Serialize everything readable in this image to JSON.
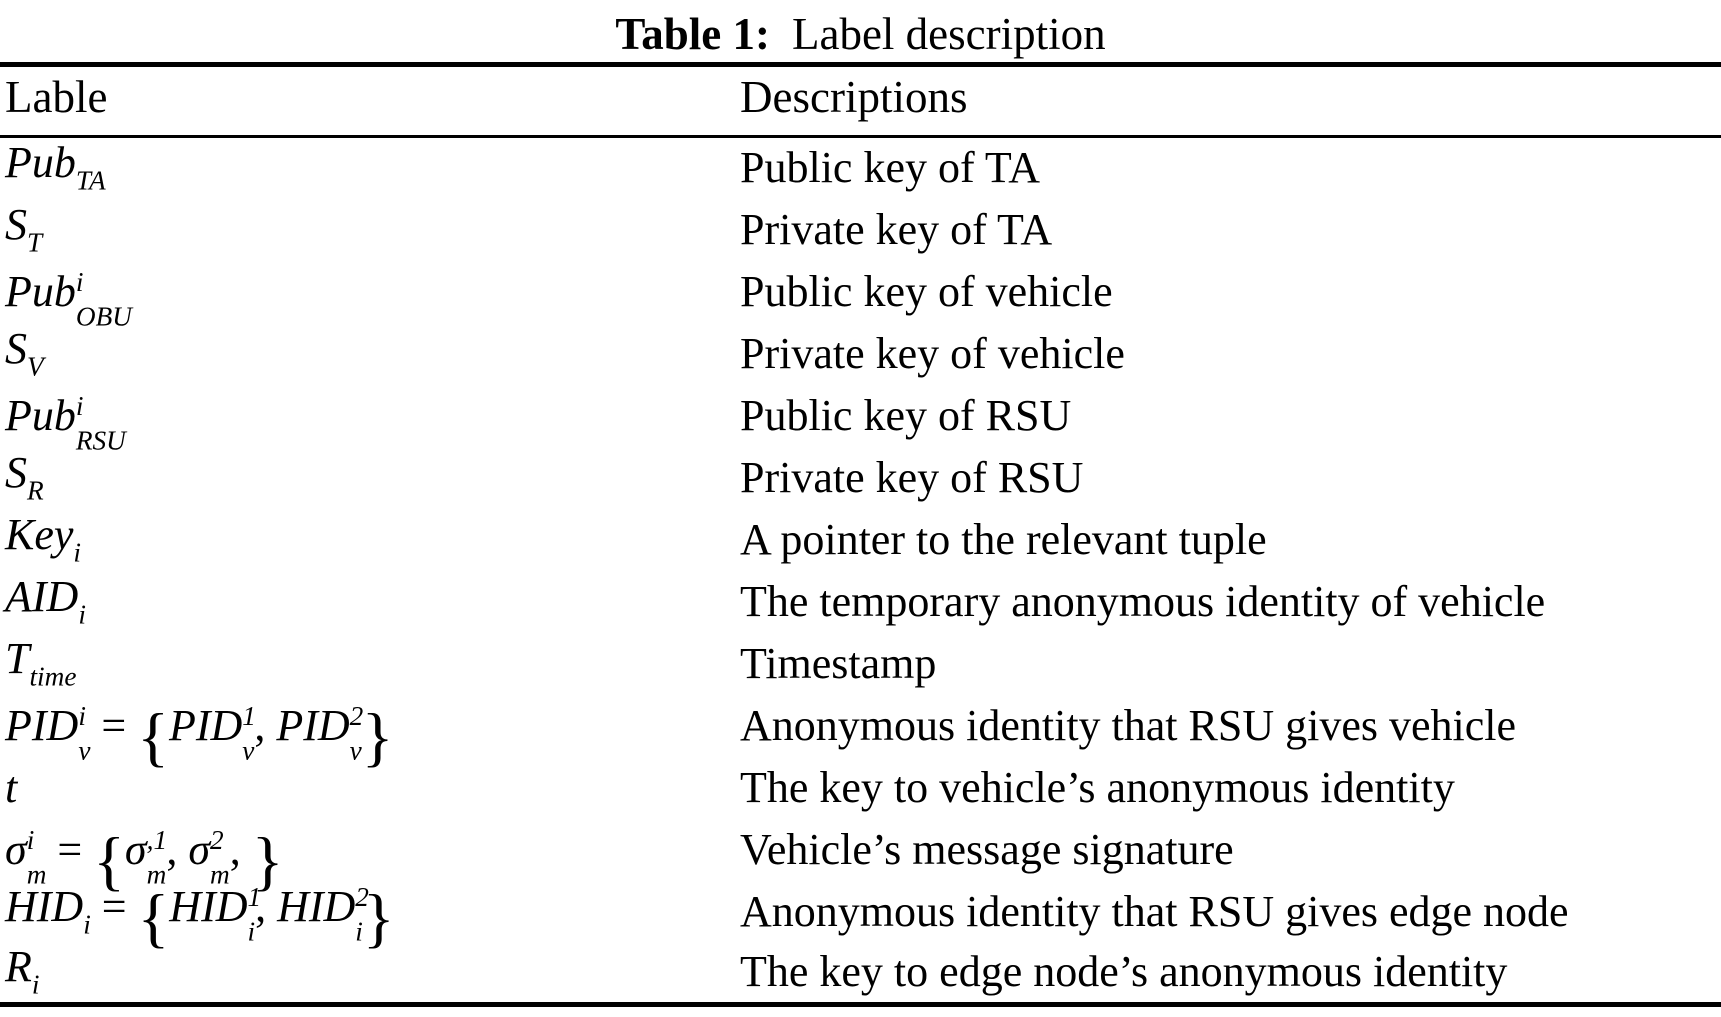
{
  "title": {
    "tag": "Table 1:",
    "text": "Label description"
  },
  "table": {
    "headers": [
      "Lable",
      "Descriptions"
    ],
    "rows": [
      {
        "label": [
          [
            "i",
            "Pub"
          ],
          [
            "sub",
            "TA"
          ]
        ],
        "desc": "Public key of TA"
      },
      {
        "label": [
          [
            "i",
            "S"
          ],
          [
            "sub",
            "T"
          ]
        ],
        "desc": "Private key of TA"
      },
      {
        "label": [
          [
            "i",
            "Pub"
          ],
          [
            "ss",
            "i",
            "OBU"
          ]
        ],
        "desc": "Public key of vehicle"
      },
      {
        "label": [
          [
            "i",
            "S"
          ],
          [
            "sub",
            "V"
          ]
        ],
        "desc": "Private key of vehicle"
      },
      {
        "label": [
          [
            "i",
            "Pub"
          ],
          [
            "ss",
            "i",
            "RSU"
          ]
        ],
        "desc": "Public key of RSU"
      },
      {
        "label": [
          [
            "i",
            "S"
          ],
          [
            "sub",
            "R"
          ]
        ],
        "desc": "Private key of RSU"
      },
      {
        "label": [
          [
            "i",
            "Key"
          ],
          [
            "sub",
            "i"
          ]
        ],
        "desc": "A pointer to the relevant tuple"
      },
      {
        "label": [
          [
            "i",
            "AID"
          ],
          [
            "sub",
            "i"
          ]
        ],
        "desc": "The temporary anonymous identity of vehicle"
      },
      {
        "label": [
          [
            "i",
            "T"
          ],
          [
            "sub",
            "time"
          ]
        ],
        "desc": "Timestamp"
      },
      {
        "label": [
          [
            "i",
            "PID"
          ],
          [
            "ss",
            "i",
            "v"
          ],
          [
            "r",
            " = "
          ],
          [
            "br",
            "{"
          ],
          [
            "i",
            "PID"
          ],
          [
            "ss",
            "1",
            "v"
          ],
          [
            "r",
            ", "
          ],
          [
            "i",
            "PID"
          ],
          [
            "ss",
            "2",
            "v"
          ],
          [
            "br",
            "}"
          ]
        ],
        "desc": "Anonymous identity that RSU gives vehicle"
      },
      {
        "label": [
          [
            "i",
            "t"
          ]
        ],
        "desc": "The key to vehicle’s anonymous identity"
      },
      {
        "label": [
          [
            "i",
            "σ"
          ],
          [
            "ss",
            "i",
            "m"
          ],
          [
            "r",
            " = "
          ],
          [
            "br",
            "{"
          ],
          [
            "i",
            "σ"
          ],
          [
            "ss",
            ",1",
            "m"
          ],
          [
            "r",
            ", "
          ],
          [
            "i",
            "σ"
          ],
          [
            "ss",
            "2",
            "m"
          ],
          [
            "r",
            ", "
          ],
          [
            "br",
            "}"
          ]
        ],
        "desc": "Vehicle’s message signature"
      },
      {
        "label": [
          [
            "i",
            "HID"
          ],
          [
            "sub",
            "i"
          ],
          [
            "r",
            " = "
          ],
          [
            "br",
            "{"
          ],
          [
            "i",
            "HID"
          ],
          [
            "ss",
            "1",
            "i"
          ],
          [
            "r",
            ", "
          ],
          [
            "i",
            "HID"
          ],
          [
            "ss",
            "2",
            "i"
          ],
          [
            "br",
            "}"
          ]
        ],
        "desc": "Anonymous identity that RSU gives edge node"
      },
      {
        "label": [
          [
            "i",
            "R"
          ],
          [
            "sub",
            "i"
          ]
        ],
        "desc": "The key to edge node’s anonymous identity"
      }
    ]
  }
}
